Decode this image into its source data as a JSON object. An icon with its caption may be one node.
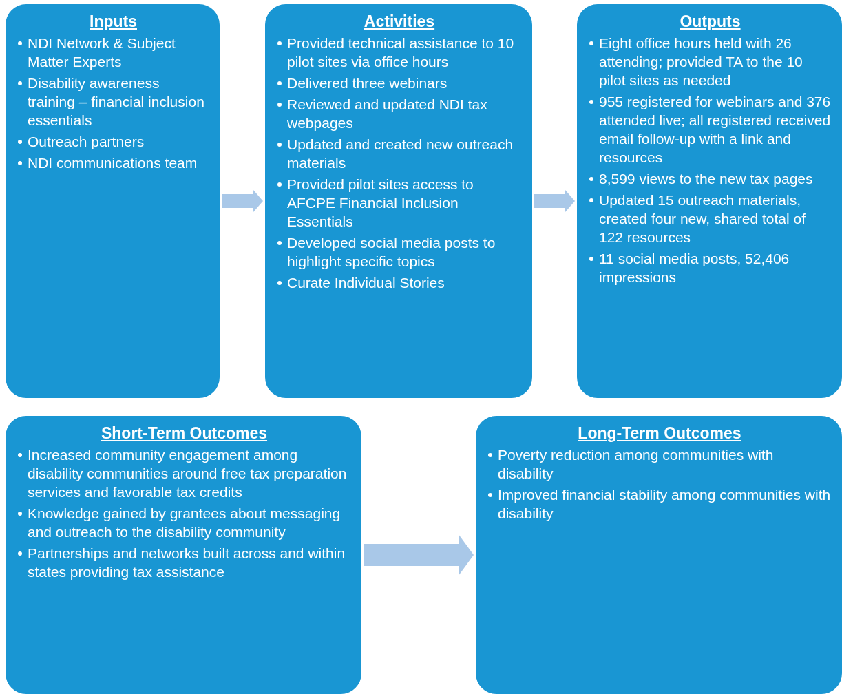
{
  "diagram": {
    "nodes": [
      {
        "text": [
          "Inputs",
          "NDI Network & Subject Matter Experts",
          "Disability awareness training – financial inclusion essentials",
          "Outreach partners",
          "NDI communications team"
        ]
      },
      {
        "text": [
          "Activities",
          "Provided technical assistance to 10 pilot sites via office hours",
          "Delivered three webinars",
          "Reviewed and updated NDI tax webpages",
          "Updated and created new outreach materials",
          "Provided pilot sites access to AFCPE Financial Inclusion Essentials",
          "Developed social media posts to highlight specific topics",
          "Curate Individual Stories"
        ]
      },
      {
        "text": [
          "Outputs",
          "Eight office hours held with 26 attending; provided TA to the 10 pilot sites as needed",
          "955 registered for webinars and 376 attended live; all registered received email follow-up with a link and resources",
          "8,599 views to the new tax pages",
          "Updated 15 outreach materials, created four new, shared total of 122 resources",
          "11 social media posts, 52,406 impressions"
        ]
      },
      {
        "text": [
          "Short-Term Outcomes",
          "Increased community engagement among disability communities around free tax preparation services and favorable tax credits",
          "Knowledge gained by grantees about messaging and outreach to the disability community",
          "Partnerships and networks built across and within states providing tax assistance"
        ]
      },
      {
        "text": [
          "Long-Term Outcomes",
          "Poverty reduction among communities with disability",
          "Improved financial stability among communities with disability"
        ]
      }
    ],
    "edges": [
      {
        "from": 0,
        "to": 1,
        "arrow": "to"
      },
      {
        "from": 1,
        "to": 2,
        "arrow": "to"
      },
      {
        "from": 3,
        "to": 4,
        "arrow": "to"
      }
    ]
  }
}
